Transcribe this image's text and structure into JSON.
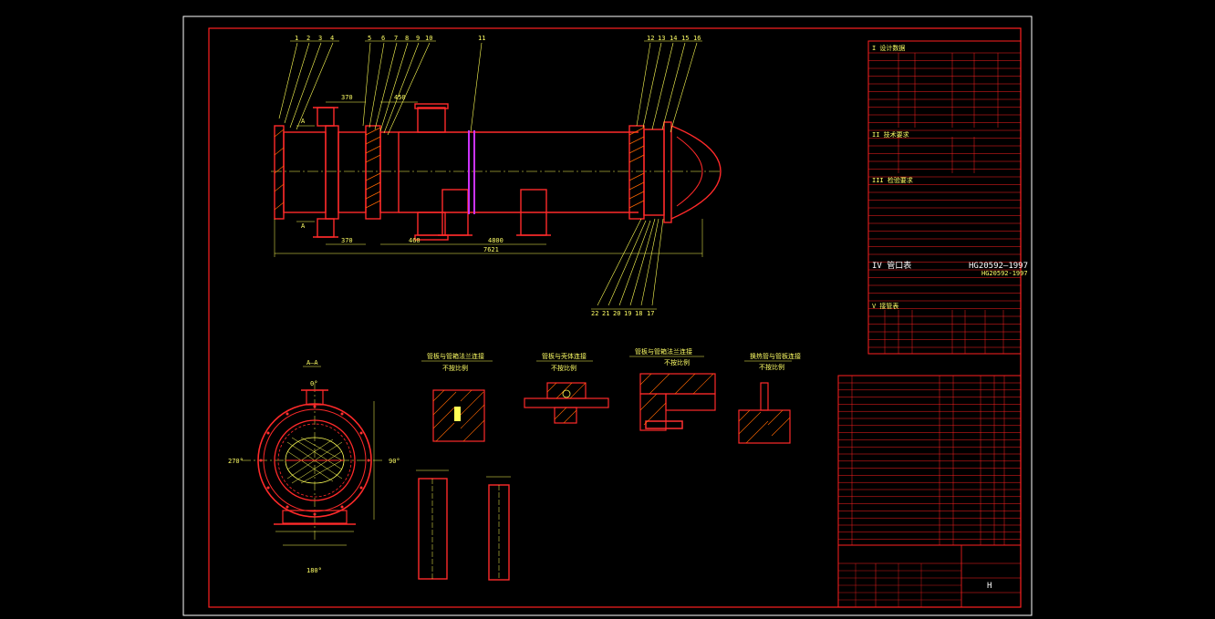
{
  "colors": {
    "background": "#000000",
    "frame": "#ffffff",
    "border": "#ff2020",
    "drawing": "#ff2a2a",
    "annotation": "#ffff55",
    "accent": "#cc33ff",
    "hatch": "#ff6600"
  },
  "main_view": {
    "leader_numbers_top": [
      "1",
      "2",
      "3",
      "4",
      "5",
      "6",
      "7",
      "8",
      "9",
      "10",
      "11",
      "12",
      "13",
      "14",
      "15",
      "16"
    ],
    "leader_numbers_bottom": [
      "22",
      "21",
      "20",
      "19",
      "18",
      "17"
    ],
    "section_mark": "A",
    "dims": {
      "d370_top": "370",
      "d450_top": "450",
      "d370_bot": "370",
      "d460_bot": "460",
      "d4800": "4800",
      "d7621": "7621"
    }
  },
  "section_view": {
    "title": "A—A",
    "angle_top": "0°",
    "angle_left": "270°",
    "angle_right": "90°",
    "angle_bottom": "180°"
  },
  "detail_titles": {
    "d1": "管板与管箱法兰连接",
    "d1_sub": "不按比例",
    "d2": "管板与壳体连接",
    "d2_sub": "不按比例",
    "d3": "管板与管箱法兰连接",
    "d3_sub": "不按比例",
    "d4": "换热管与管板连接",
    "d4_sub": "不按比例"
  },
  "spec_table": {
    "section_i": "I 设计数据",
    "section_ii": "II 技术要求",
    "section_iii": "III 检验要求",
    "section_iv": "IV 管口表",
    "section_iv_code": "HG20592—1997",
    "section_iv_code2": "HG20592-1997",
    "section_v": "V 接管表"
  },
  "title_block": {
    "label_h": "H"
  }
}
